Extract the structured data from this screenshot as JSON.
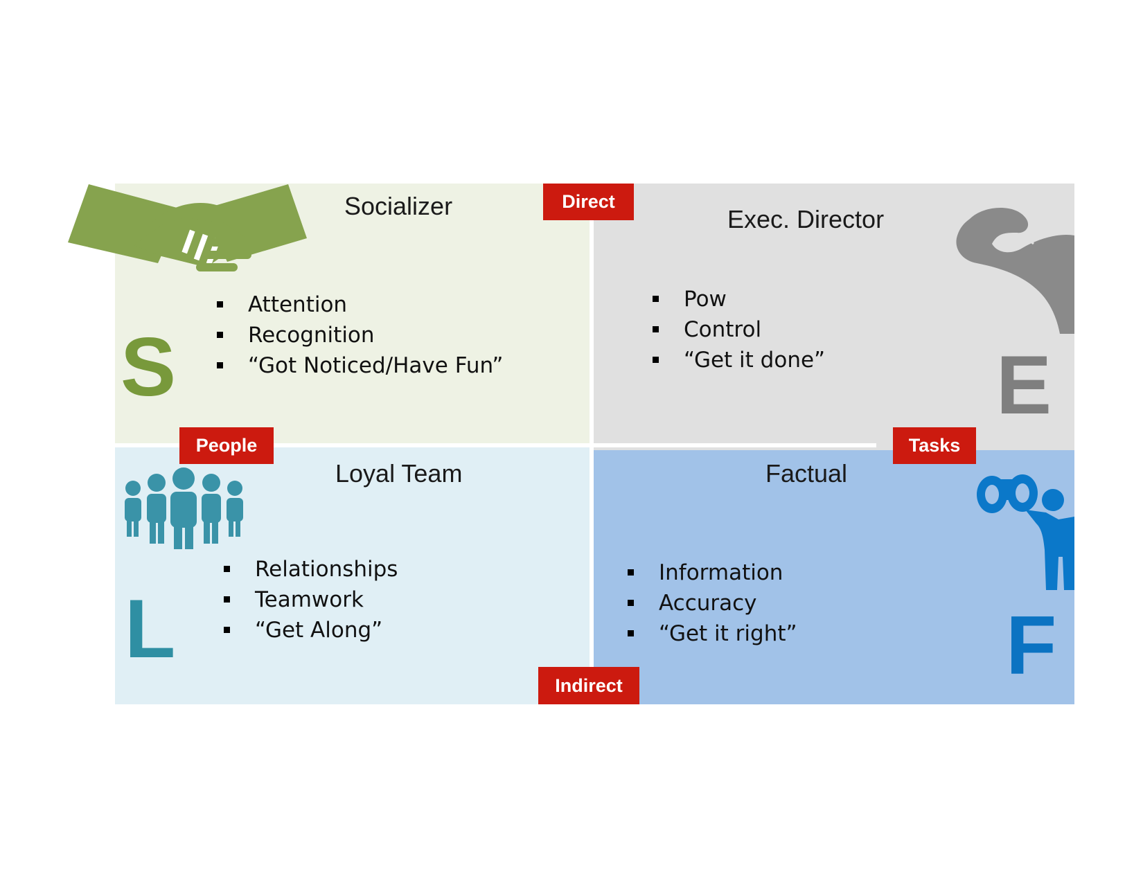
{
  "colors": {
    "socializer_bg": "#eef2e4",
    "executive_bg": "#e0e0e0",
    "loyal_bg": "#e0eff5",
    "factual_bg": "#a1c2e8",
    "socializer_accent": "#86a34e",
    "executive_accent": "#8a8a8a",
    "loyal_accent": "#2f8fa3",
    "factual_accent": "#0b78c9",
    "tag_bg": "#cc1a0f"
  },
  "axes": {
    "top": "Direct",
    "bottom": "Indirect",
    "left": "People",
    "right": "Tasks"
  },
  "quadrants": {
    "socializer": {
      "title": "Socializer",
      "letter": "S",
      "icon": "handshake-icon",
      "items": [
        "Attention",
        "Recognition",
        "“Got Noticed/Have Fun”"
      ]
    },
    "executive": {
      "title": "Exec. Director",
      "letter": "E",
      "icon": "flexed-arm-icon",
      "items": [
        "Pow",
        "Control",
        "“Get it done”"
      ]
    },
    "loyal": {
      "title": "Loyal Team",
      "letter": "L",
      "icon": "group-people-icon",
      "items": [
        "Relationships",
        "Teamwork",
        "“Get Along”"
      ]
    },
    "factual": {
      "title": "Factual",
      "letter": "F",
      "icon": "binoculars-person-icon",
      "items": [
        "Information",
        "Accuracy",
        "“Get it right”"
      ]
    }
  }
}
